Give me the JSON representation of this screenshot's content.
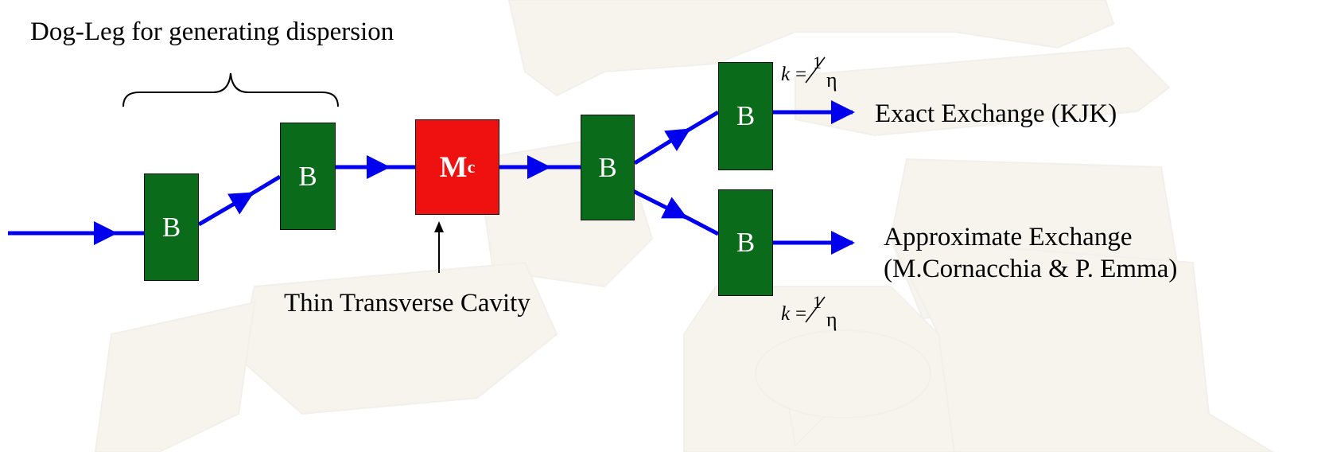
{
  "title": "Dog-Leg for generating dispersion",
  "blocks": {
    "bend_label": "B",
    "cavity_main": "M",
    "cavity_sub": "c"
  },
  "labels": {
    "cavity": "Thin Transverse Cavity",
    "exact": "Exact Exchange (KJK)",
    "approx_line1": "Approximate Exchange",
    "approx_line2": "(M.Cornacchia & P. Emma)"
  },
  "formula": {
    "var": "k",
    "eq": "=",
    "num": "1",
    "den": "η"
  },
  "colors": {
    "bend_fill": "#0a6b1a",
    "cavity_fill": "#ef1010",
    "beam": "#0000ee"
  }
}
